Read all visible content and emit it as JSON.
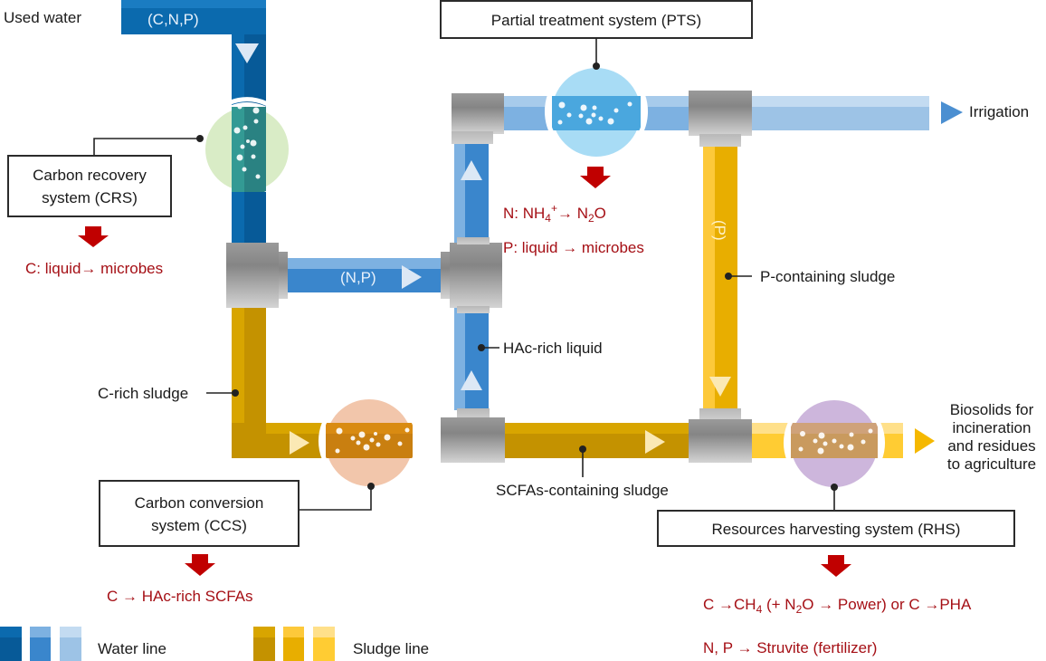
{
  "title": "Used water resource recovery process diagram",
  "inputs": {
    "used_water": "Used water",
    "influent_content": "(C,N,P)"
  },
  "systems": {
    "crs": {
      "label_line1": "Carbon recovery",
      "label_line2": "system (CRS)",
      "reaction": "C: liquid→ microbes"
    },
    "pts": {
      "label": "Partial treatment system (PTS)",
      "reaction_n": "N: NH₄⁺→ N₂O",
      "reaction_n_parts": [
        "N: NH",
        "4",
        "+",
        "→ N",
        "2",
        "O"
      ],
      "reaction_p": "P: liquid → microbes"
    },
    "ccs": {
      "label_line1": "Carbon conversion",
      "label_line2": "system (CCS)",
      "reaction": "C → HAc-rich SCFAs"
    },
    "rhs": {
      "label": "Resources harvesting system (RHS)",
      "reaction_c": "C →CH₄ (+ N₂O → Power) or C →PHA",
      "reaction_c_parts": [
        "C →CH",
        "4",
        " (+ N",
        "2",
        "O → Power) or C →PHA"
      ],
      "reaction_np": "N, P → Struvite (fertilizer)"
    }
  },
  "streams": {
    "np_line": "(N,P)",
    "p_line": "(P)",
    "hac_liquid": "HAc-rich liquid",
    "c_rich_sludge": "C-rich sludge",
    "p_sludge": "P-containing sludge",
    "scfa_sludge": "SCFAs-containing sludge"
  },
  "outputs": {
    "irrigation": "Irrigation",
    "biosolids_lines": [
      "Biosolids for",
      "incineration",
      "and residues",
      "to agriculture"
    ]
  },
  "legend": {
    "water_line": "Water line",
    "sludge_line": "Sludge line",
    "water_colors": [
      "#0a66a8",
      "#3a86cc",
      "#9dc3e6"
    ],
    "sludge_colors": [
      "#c49200",
      "#e8ae00",
      "#ffcc33"
    ]
  },
  "colors": {
    "water_dark": "#0b6aae",
    "water_dark_shade": "#075a98",
    "water_mid": "#3a86cc",
    "water_mid_light": "#7db1e1",
    "water_light": "#9dc3e6",
    "water_light_top": "#c3dbf1",
    "sludge_dark": "#c49200",
    "sludge_dark_top": "#d8a500",
    "sludge_mid": "#e8ae00",
    "sludge_mid_light": "#fdc93a",
    "sludge_light": "#ffcc33",
    "sludge_light_top": "#ffe08a",
    "crs_circle": "#d9ecc6",
    "crs_fill": "#2f8a86",
    "pts_circle": "#a8dcf5",
    "pts_fill": "#4aa7de",
    "ccs_circle": "#f2c6ab",
    "ccs_fill": "#cc8414",
    "rhs_circle": "#cdb6dc",
    "rhs_fill": "#c99a5e",
    "arrow_red": "#c00000",
    "text_red": "#a50f15"
  }
}
